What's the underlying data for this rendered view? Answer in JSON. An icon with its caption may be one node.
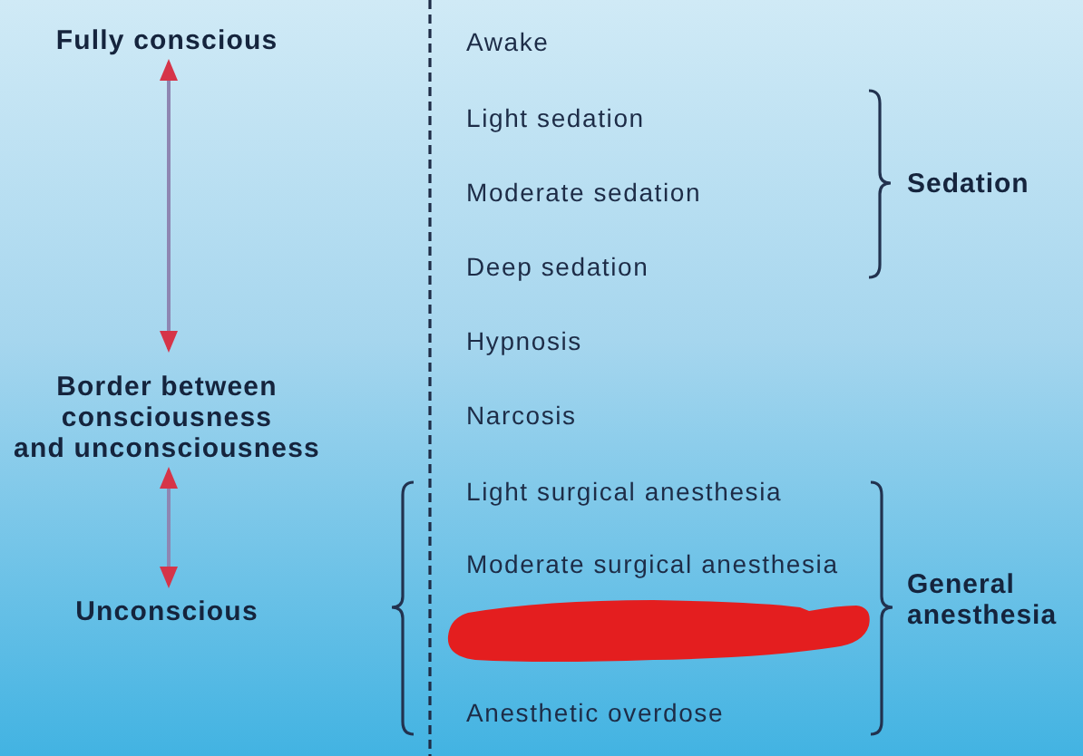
{
  "diagram": {
    "nodes": [
      {
        "text": [
          "Fully conscious"
        ]
      },
      {
        "text": [
          "Border between consciousness and unconsciousness"
        ]
      },
      {
        "text": [
          "Unconscious"
        ]
      }
    ],
    "edges": [
      {
        "from": 0,
        "to": 1,
        "arrow": "both"
      },
      {
        "from": 1,
        "to": 2,
        "arrow": "both"
      }
    ],
    "labels": [
      "Awake",
      "Light sedation",
      "Moderate sedation",
      "Deep sedation",
      "Hypnosis",
      "Narcosis",
      "Light surgical anesthesia",
      "Moderate surgical anesthesia",
      "Anesthetic overdose",
      "Sedation",
      "General anesthesia"
    ]
  }
}
